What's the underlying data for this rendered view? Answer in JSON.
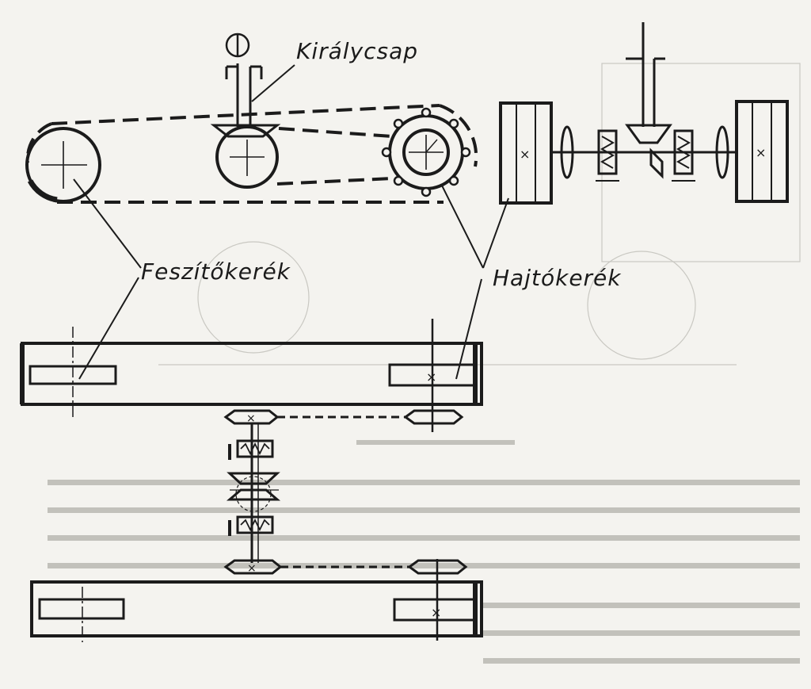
{
  "labels": {
    "kingpin": "Királycsap",
    "tension_wheel": "Feszítőkerék",
    "drive_wheel": "Hajtókerék"
  },
  "colors": {
    "ink": "#1b1b1b",
    "paper": "#f4f3ef",
    "bleed": "#c9c8c2"
  }
}
